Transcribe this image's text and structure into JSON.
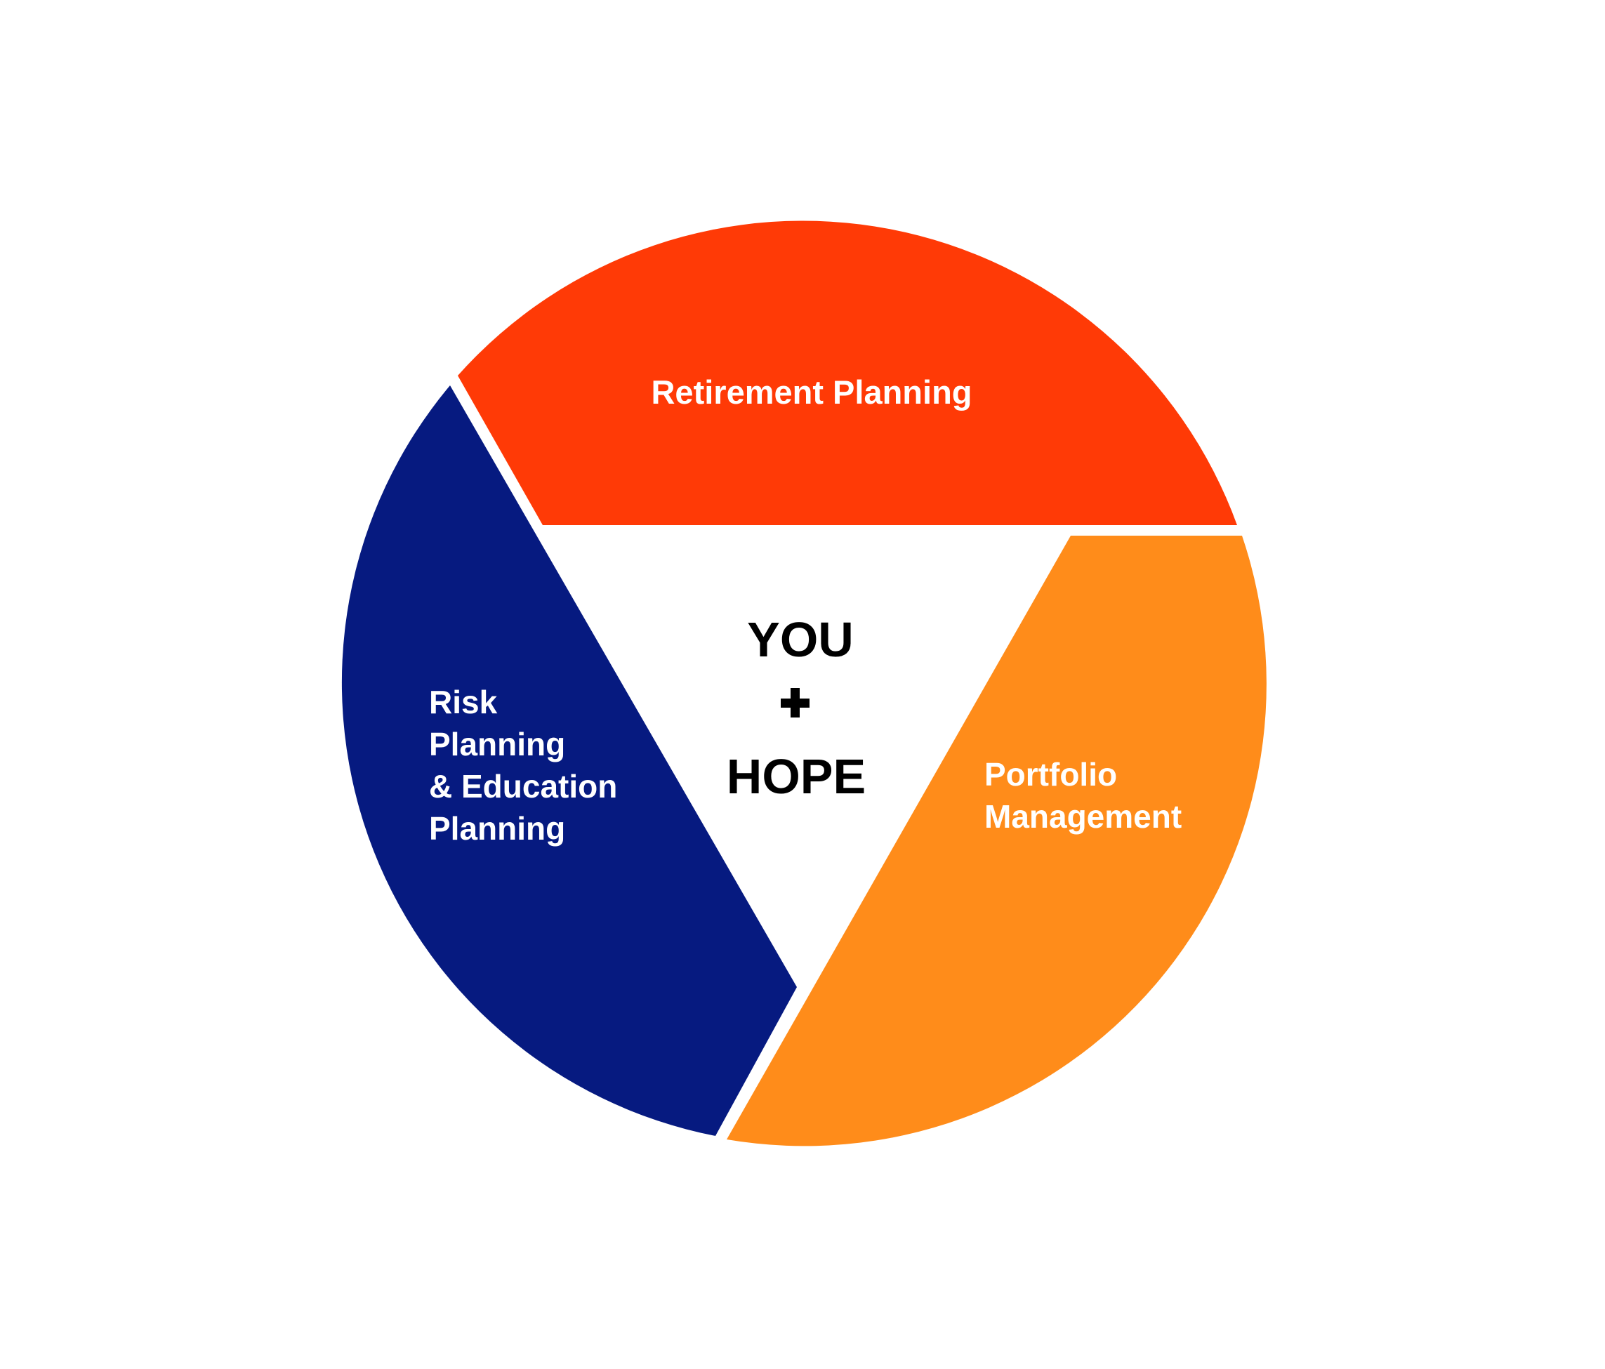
{
  "diagram": {
    "type": "circular-segment-diagram",
    "background": "#ffffff",
    "center": {
      "line1": "YOU",
      "plus_symbol": "+",
      "line2": "HOPE",
      "text_color": "#000000"
    },
    "segments": [
      {
        "id": "retirement",
        "position": "top",
        "label_lines": [
          "Retirement Planning"
        ],
        "color": "#FF3A06",
        "text_color": "#ffffff"
      },
      {
        "id": "risk-education",
        "position": "left",
        "label_lines": [
          "Risk",
          "Planning",
          "& Education",
          "Planning"
        ],
        "color": "#061A80",
        "text_color": "#ffffff"
      },
      {
        "id": "portfolio",
        "position": "right",
        "label_lines": [
          "Portfolio",
          "Management"
        ],
        "color": "#FF8C1A",
        "text_color": "#ffffff"
      }
    ]
  }
}
